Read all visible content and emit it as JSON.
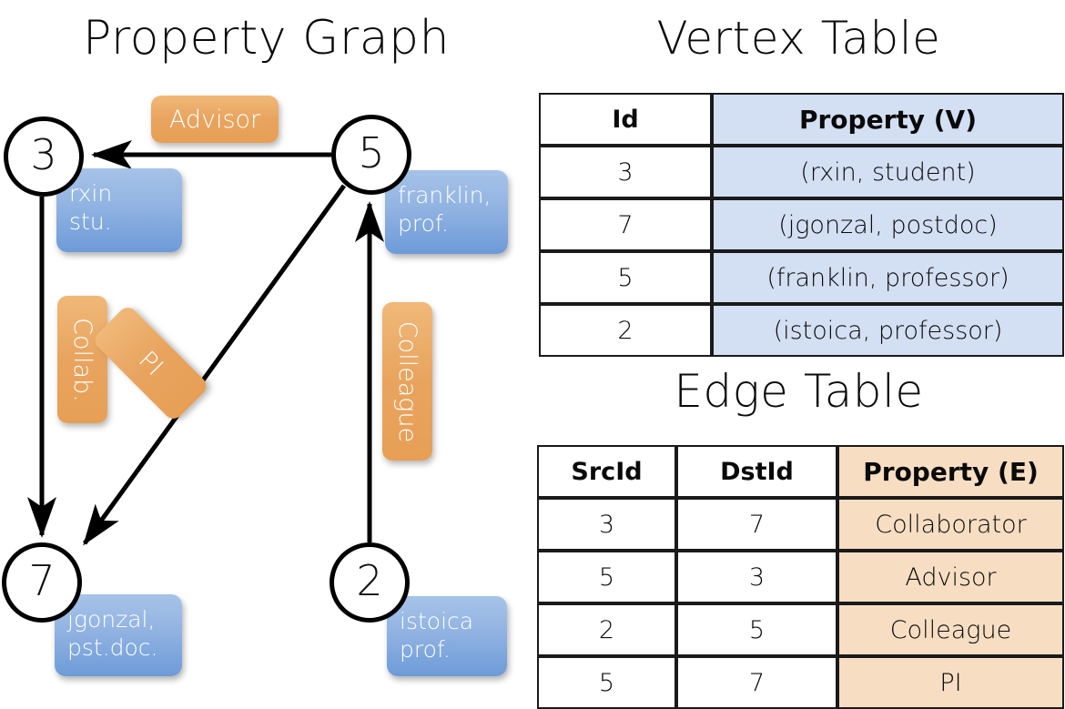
{
  "titles": {
    "property_graph": "Property Graph",
    "vertex_table": "Vertex Table",
    "edge_table": "Edge Table"
  },
  "graph": {
    "vertices": [
      {
        "id": "3",
        "name_line1": "rxin",
        "name_line2": "stu."
      },
      {
        "id": "5",
        "name_line1": "franklin,",
        "name_line2": "prof."
      },
      {
        "id": "7",
        "name_line1": "jgonzal,",
        "name_line2": "pst.doc."
      },
      {
        "id": "2",
        "name_line1": "istoica",
        "name_line2": "prof."
      }
    ],
    "edge_labels": {
      "advisor": "Advisor",
      "collab": "Collab.",
      "pi": "PI",
      "colleague": "Colleague"
    },
    "edges": [
      {
        "from": "5",
        "to": "3",
        "label": "Advisor"
      },
      {
        "from": "3",
        "to": "7",
        "label": "Collab."
      },
      {
        "from": "5",
        "to": "7",
        "label": "PI"
      },
      {
        "from": "2",
        "to": "5",
        "label": "Colleague"
      }
    ]
  },
  "vertex_table": {
    "headers": [
      "Id",
      "Property (V)"
    ],
    "rows": [
      {
        "id": "3",
        "property": "(rxin, student)"
      },
      {
        "id": "7",
        "property": "(jgonzal, postdoc)"
      },
      {
        "id": "5",
        "property": "(franklin, professor)"
      },
      {
        "id": "2",
        "property": "(istoica, professor)"
      }
    ]
  },
  "edge_table": {
    "headers": [
      "SrcId",
      "DstId",
      "Property (E)"
    ],
    "rows": [
      {
        "src": "3",
        "dst": "7",
        "property": "Collaborator"
      },
      {
        "src": "5",
        "dst": "3",
        "property": "Advisor"
      },
      {
        "src": "2",
        "dst": "5",
        "property": "Colleague"
      },
      {
        "src": "5",
        "dst": "7",
        "property": "PI"
      }
    ]
  },
  "colors": {
    "vertex_property_fill": "#D3DFF2",
    "edge_property_fill": "#F7DEC3",
    "node_callout": "#6D9BD8",
    "edge_label": "#E8A45F",
    "stroke": "#000000"
  }
}
